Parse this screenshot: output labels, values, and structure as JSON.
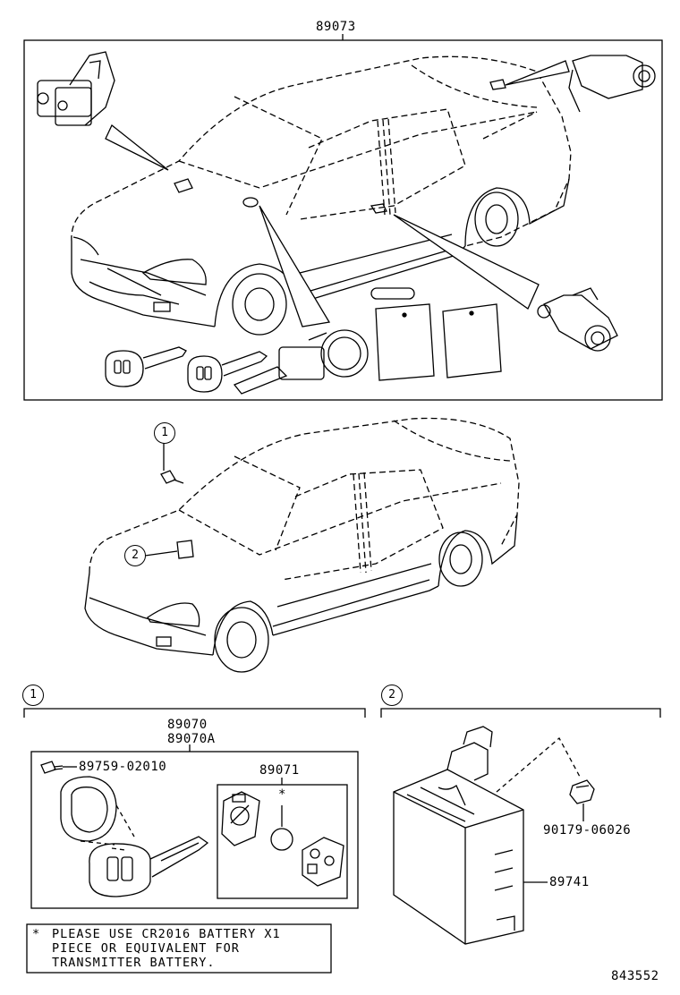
{
  "diagram": {
    "parts": {
      "main_kit": "89073",
      "transmitter_assy": "89070",
      "transmitter_assy_alt": "89070A",
      "screw": "89759-02010",
      "transmitter_housing": "89071",
      "clip": "90179-06026",
      "receiver": "89741"
    },
    "callouts": {
      "callout_1": "1",
      "callout_2": "2"
    },
    "battery_note": {
      "star": "*",
      "line1": "PLEASE USE CR2016 BATTERY X1",
      "line2": "PIECE OR EQUIVALENT FOR",
      "line3": "TRANSMITTER BATTERY."
    },
    "illustration_number": "843552"
  }
}
